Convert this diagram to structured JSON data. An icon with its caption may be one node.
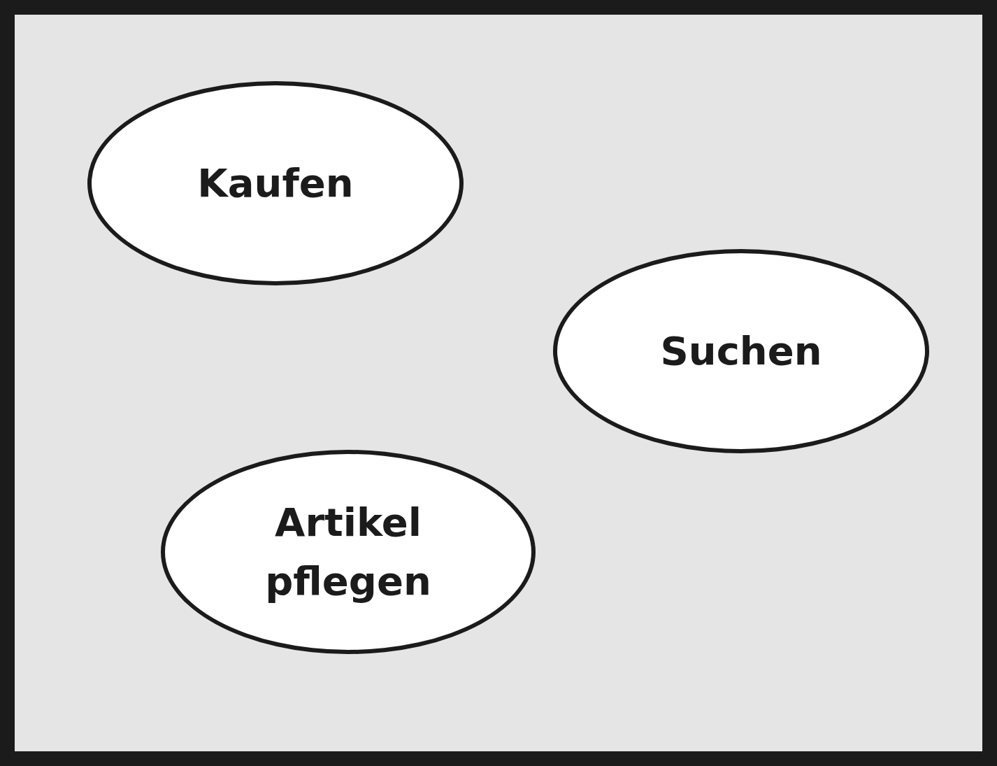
{
  "diagram": {
    "nodes": [
      {
        "text": [
          "Kaufen"
        ]
      },
      {
        "text": [
          "Suchen"
        ]
      },
      {
        "text": [
          "Artikel pflegen"
        ]
      }
    ]
  }
}
